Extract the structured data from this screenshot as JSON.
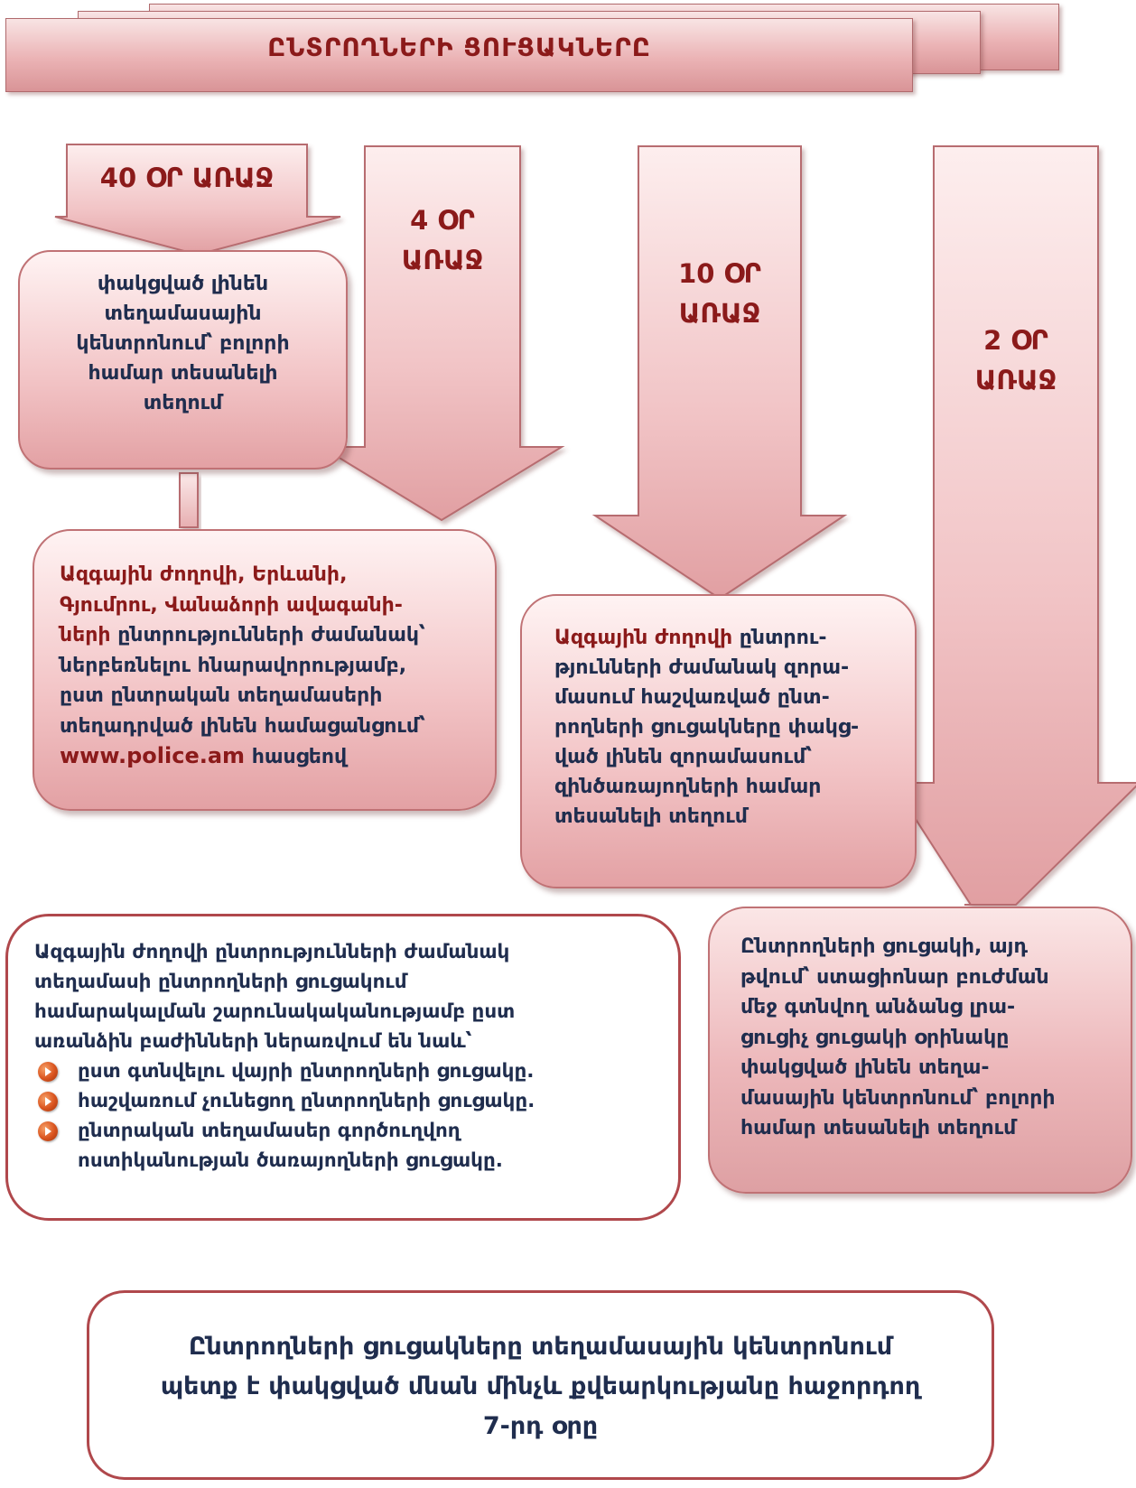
{
  "title": "ԸՆՏՐՈՂՆԵՐԻ ՑՈՒՑԱԿՆԵՐԸ",
  "arrows": [
    {
      "label_line1": "40 ՕՐ ԱՌԱՋ",
      "label_line2": ""
    },
    {
      "label_line1": "4 ՕՐ",
      "label_line2": "ԱՌԱՋ"
    },
    {
      "label_line1": "10 ՕՐ",
      "label_line2": "ԱՌԱՋ"
    },
    {
      "label_line1": "2 ՕՐ",
      "label_line2": "ԱՌԱՋ"
    }
  ],
  "boxes": {
    "box_40": {
      "lines": [
        "փակցված լինեն",
        "տեղամասային",
        "կենտրոնում՝ բոլորի",
        "համար տեսանելի",
        "տեղում"
      ]
    },
    "box_4": {
      "lines_red": [
        "Ազգային ժողովի, Երևանի,",
        "Գյումրու, Վանաձորի ավագանի-",
        "ների"
      ],
      "line3_rest": " ընտրությունների ժամանակ՝",
      "lines": [
        "ներբեռնելու հնարավորությամբ,",
        "ըստ ընտրական տեղամասերի",
        "տեղադրված լինեն համացանցում՝"
      ],
      "link": "www.police.am",
      "link_rest": " հասցեով"
    },
    "box_10": {
      "lead_red": "Ազգային ժողովի",
      "lead_rest": " ընտրու-",
      "lines": [
        "թյունների ժամանակ զորա-",
        "մասում հաշվառված ընտ-",
        "րողների ցուցակները փակց-",
        "ված լինեն զորամասում՝",
        "զինծառայողների համար",
        "տեսանելի տեղում"
      ]
    },
    "box_2": {
      "lines": [
        "Ընտրողների ցուցակի, այդ",
        "թվում՝ ստացիոնար բուժման",
        "մեջ գտնվող անձանց լրա-",
        "ցուցիչ ցուցակի օրինակը",
        "փակցված լինեն տեղա-",
        "մասային կենտրոնում՝ բոլորի",
        "համար տեսանելի տեղում"
      ]
    },
    "box_info": {
      "lines": [
        "Ազգային ժողովի ընտրությունների ժամանակ",
        "տեղամասի ընտրողների ցուցակում",
        "համարակալման շարունակականությամբ ըստ",
        "առանձին բաժինների ներառվում են նաև՝"
      ],
      "bullets": [
        {
          "lines": [
            "ըստ գտնվելու վայրի ընտրողների ցուցակը."
          ]
        },
        {
          "lines": [
            "հաշվառում չունեցող ընտրողների ցուցակը."
          ]
        },
        {
          "lines": [
            "ընտրական տեղամասեր գործուղվող",
            "ոստիկանության ծառայողների ցուցակը."
          ]
        }
      ]
    },
    "box_final": {
      "lines": [
        "Ընտրողների ցուցակները տեղամասային կենտրոնում",
        "պետք է փակցված մնան մինչև քվեարկությանը հաջորդող",
        "7-րդ օրը"
      ]
    }
  },
  "icons": [
    "orange-arrow-bullet-icon"
  ],
  "colors": {
    "accent_red": "#8b1a1a",
    "navy_text": "#1f2d4e",
    "box_pink": "#edb8bb",
    "border": "#b0484c"
  }
}
